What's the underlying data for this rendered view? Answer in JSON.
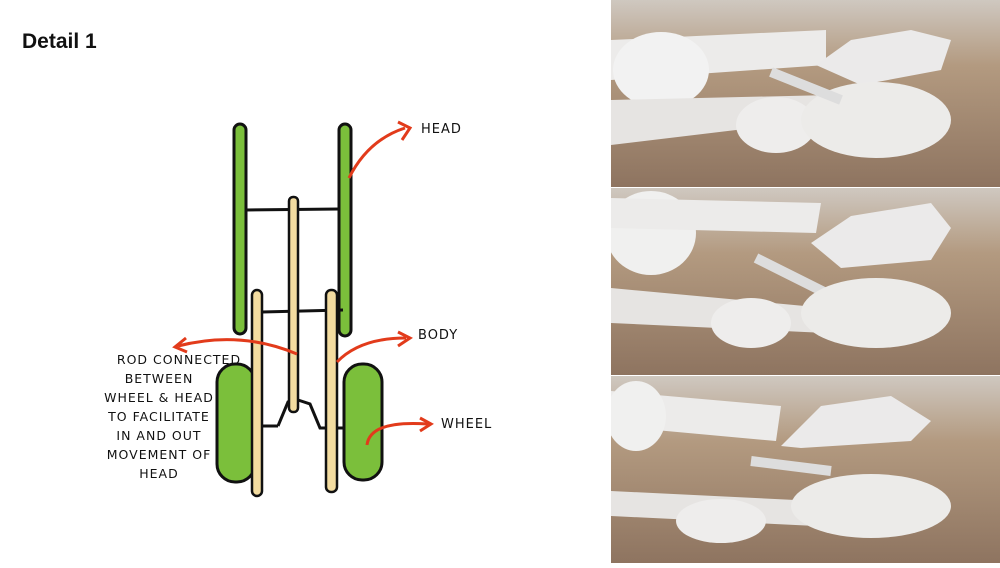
{
  "title": "Detail 1",
  "labels": {
    "head": "Head",
    "body": "Body",
    "wheel": "Wheel",
    "rod_note_lines": [
      "Rod connected",
      "between",
      "wheel & head",
      "to facilitate",
      "in and out",
      "movement of",
      "head"
    ]
  },
  "colors": {
    "green": "#7bbf3b",
    "tan": "#f3dca0",
    "arrow": "#e23b1b"
  },
  "photos": [
    "model-view-1",
    "model-view-2",
    "model-view-3"
  ]
}
